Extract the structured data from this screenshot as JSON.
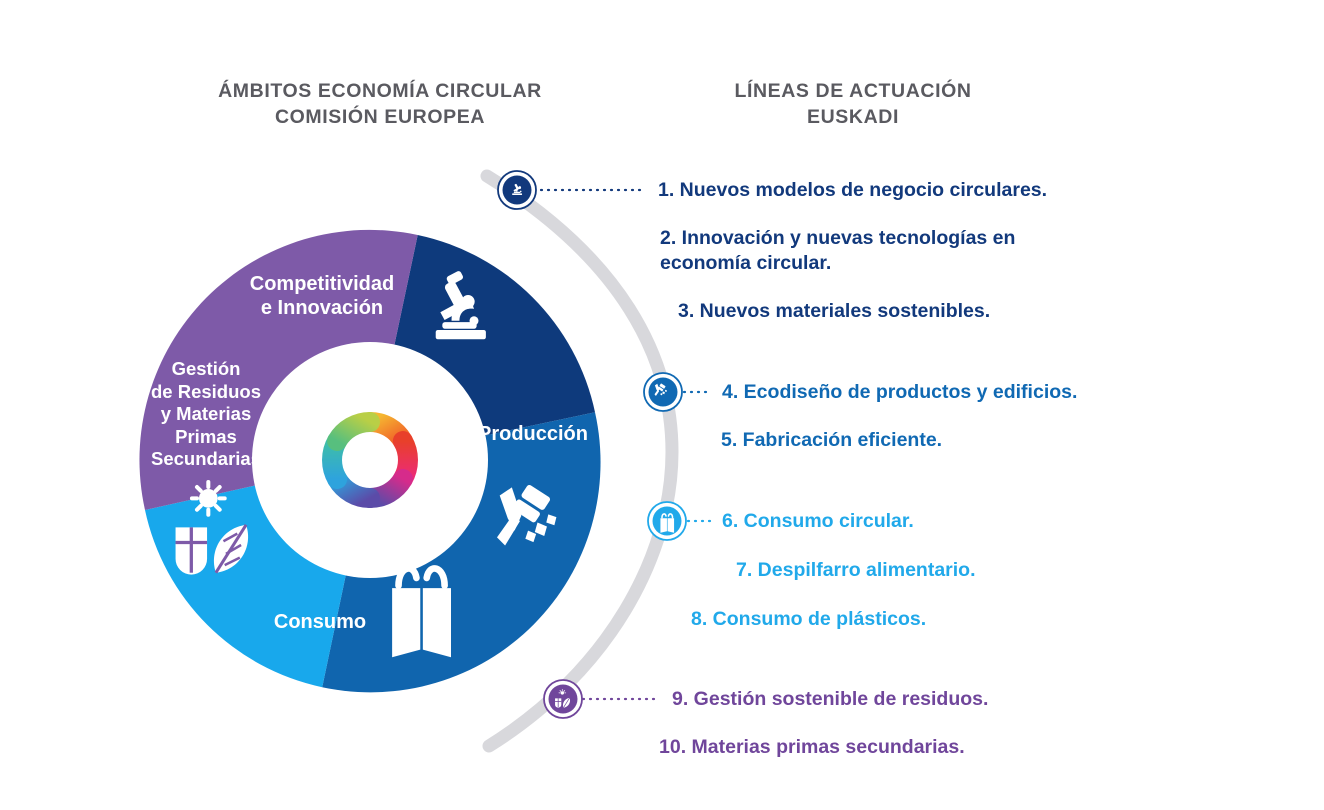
{
  "headers": {
    "left": "ÁMBITOS ECONOMÍA CIRCULAR\nCOMISIÓN EUROPEA",
    "left_line1": "ÁMBITOS ECONOMÍA CIRCULAR",
    "left_line2": "COMISIÓN EUROPEA",
    "right_line1": "LÍNEAS DE ACTUACIÓN",
    "right_line2": "EUSKADI"
  },
  "colors": {
    "navy": "#0e3a7c",
    "blue": "#1065ae",
    "cyan": "#18a8ec",
    "purple": "#7e5aa8",
    "text_navy": "#12397c",
    "text_blue": "#1069b3",
    "text_cyan": "#21a9ea",
    "text_purple": "#70469b",
    "header_grey": "#5a5a60",
    "arc_grey": "#d8d8dc",
    "white": "#ffffff"
  },
  "wheel": {
    "center_logo": "circular-economy-rainbow-ring",
    "segments": [
      {
        "id": "competitividad",
        "label": "Competitividad\ne Innovación",
        "label_line1": "Competitividad",
        "label_line2": "e Innovación",
        "color": "#0e3a7c",
        "icon": "microscope-icon"
      },
      {
        "id": "produccion",
        "label": "Producción",
        "color": "#1065ae",
        "icon": "hammer-icon"
      },
      {
        "id": "consumo",
        "label": "Consumo",
        "color": "#18a8ec",
        "icon": "shopping-bag-icon"
      },
      {
        "id": "gestion-residuos",
        "label": "Gestión\nde Residuos\ny Materias\nPrimas\nSecundarias",
        "label_line1": "Gestión",
        "label_line2": "de Residuos",
        "label_line3": "y Materias",
        "label_line4": "Primas",
        "label_line5": "Secundarias",
        "color": "#7e5aa8",
        "icon": "plant-sun-icon"
      }
    ]
  },
  "badges": [
    {
      "id": "badge-competitividad",
      "icon": "microscope-icon",
      "color": "#12397c"
    },
    {
      "id": "badge-produccion",
      "icon": "hammer-icon",
      "color": "#1069b3"
    },
    {
      "id": "badge-consumo",
      "icon": "shopping-bag-icon",
      "color": "#21a9ea"
    },
    {
      "id": "badge-gestion",
      "icon": "plant-sun-icon",
      "color": "#70469b"
    }
  ],
  "actions": [
    {
      "n": 1,
      "text": "1. Nuevos modelos de negocio circulares.",
      "group": "competitividad",
      "color": "#12397c"
    },
    {
      "n": 2,
      "text": "2. Innovación y nuevas tecnologías en\n     economía circular.",
      "group": "competitividad",
      "color": "#12397c"
    },
    {
      "n": 3,
      "text": "3. Nuevos materiales sostenibles.",
      "group": "competitividad",
      "color": "#12397c"
    },
    {
      "n": 4,
      "text": "4. Ecodiseño de productos y edificios.",
      "group": "produccion",
      "color": "#1069b3"
    },
    {
      "n": 5,
      "text": "5. Fabricación eficiente.",
      "group": "produccion",
      "color": "#1069b3"
    },
    {
      "n": 6,
      "text": "6. Consumo circular.",
      "group": "consumo",
      "color": "#21a9ea"
    },
    {
      "n": 7,
      "text": "7. Despilfarro alimentario.",
      "group": "consumo",
      "color": "#21a9ea"
    },
    {
      "n": 8,
      "text": "8. Consumo de plásticos.",
      "group": "consumo",
      "color": "#21a9ea"
    },
    {
      "n": 9,
      "text": "9. Gestión sostenible de residuos.",
      "group": "gestion-residuos",
      "color": "#70469b"
    },
    {
      "n": 10,
      "text": "10. Materias primas secundarias.",
      "group": "gestion-residuos",
      "color": "#70469b"
    }
  ]
}
